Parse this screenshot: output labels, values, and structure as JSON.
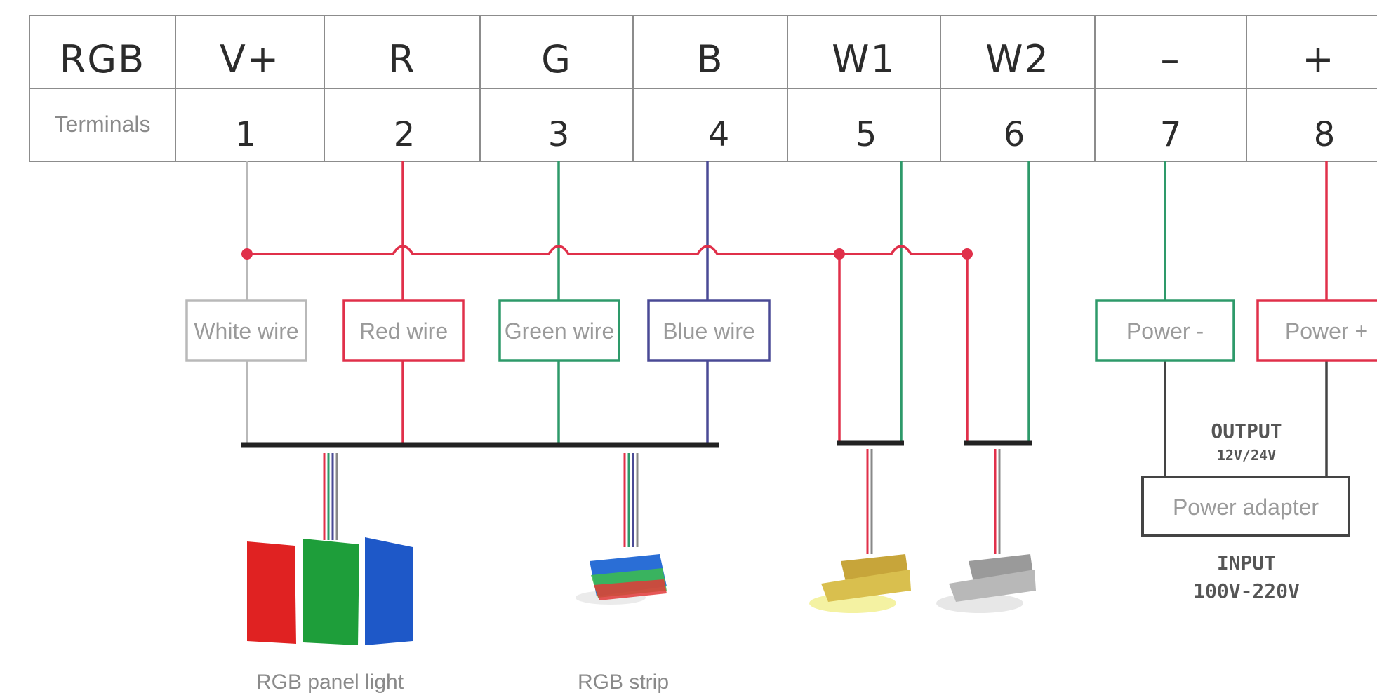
{
  "table": {
    "headers": [
      "RGB",
      "V+",
      "R",
      "G",
      "B",
      "W1",
      "W2",
      "–",
      "+"
    ],
    "row_label": "Terminals",
    "numbers": [
      "1",
      "2",
      "3",
      "4",
      "5",
      "6",
      "7",
      "8"
    ]
  },
  "wire_boxes": {
    "white": "White wire",
    "red": "Red wire",
    "green": "Green wire",
    "blue": "Blue  wire",
    "power_minus": "Power -",
    "power_plus": "Power +"
  },
  "power": {
    "output_title": "OUTPUT",
    "output_voltage": "12V/24V",
    "adapter": "Power adapter",
    "input_title": "INPUT",
    "input_voltage": "100V-220V"
  },
  "devices": {
    "rgb_panel_caption": "RGB panel light",
    "rgb_strip_caption": "RGB strip"
  },
  "colors": {
    "white_wire": "#b9b9b9",
    "red_wire": "#e0304a",
    "green_wire": "#2e9a6a",
    "blue_wire": "#4a4a95",
    "black_bus": "#222222",
    "table_border": "#8c8c8c"
  }
}
